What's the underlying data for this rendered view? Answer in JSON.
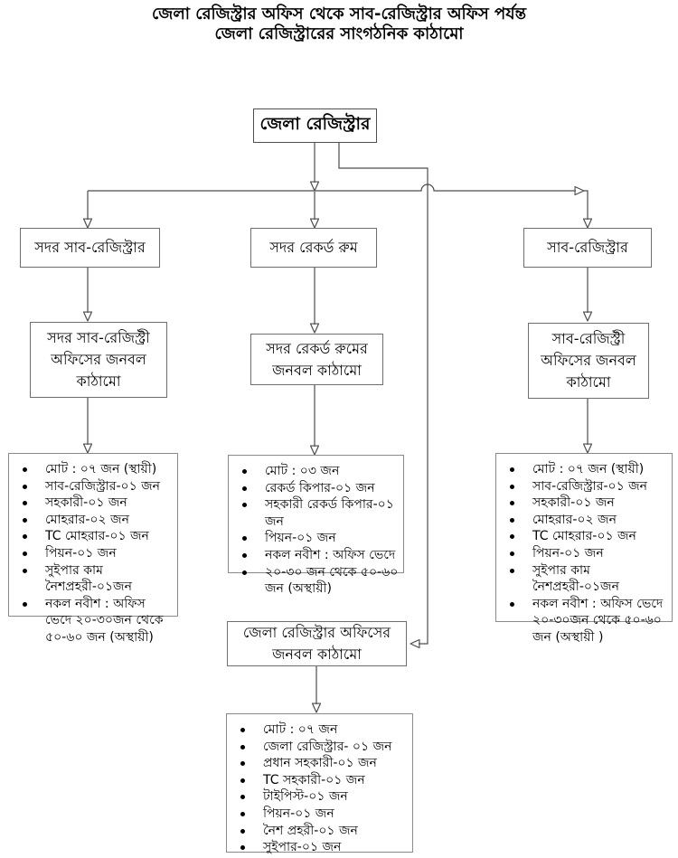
{
  "title": {
    "line1": "জেলা রেজিস্ট্রার অফিস থেকে সাব-রেজিস্ট্রার অফিস পর্যন্ত",
    "line2": "জেলা রেজিস্ট্রারের সাংগঠনিক কাঠামো"
  },
  "nodes": {
    "district_registrar": "জেলা রেজিস্ট্রার",
    "sadar_sub_registrar": "সদর সাব-রেজিস্ট্রার",
    "sadar_record_room": "সদর রেকর্ড রুম",
    "sub_registrar": "সাব-রেজিস্ট্রার",
    "sadar_sub_registry_staff_title": "সদর সাব-রেজিস্ট্রী অফিসের জনবল কাঠামো",
    "sadar_record_room_staff_title": "সদর রেকর্ড রুমের জনবল কাঠামো",
    "sub_registry_staff_title": "সাব-রেজিস্ট্রী অফিসের জনবল কাঠামো",
    "district_registrar_office_staff_title": "জেলা রেজিস্ট্রার অফিসের জনবল কাঠামো"
  },
  "staff_lists": {
    "sadar_sub_registry": [
      "মোট : ০৭ জন (স্থায়ী)",
      "সাব-রেজিস্ট্রার-০১ জন",
      "সহকারী-০১ জন",
      "মোহরার-০২ জন",
      "TC মোহরার-০১ জন",
      "পিয়ন-০১ জন",
      "সুইপার কাম নৈশপ্রহরী-০১জন",
      "নকল নবীশ : অফিস ভেদে ২০-৩০জন থেকে ৫০-৬০ জন (অস্থায়ী)"
    ],
    "sadar_record_room": [
      "মোট : ০৩ জন",
      "রেকর্ড কিপার-০১ জন",
      "সহকারী রেকর্ড কিপার-০১ জন",
      "পিয়ন-০১ জন",
      "নকল নবীশ : অফিস ভেদে",
      "২০-৩০ জন থেকে ৫০-৬০ জন (অস্থায়ী)"
    ],
    "sub_registry": [
      "মোট : ০৭ জন (স্থায়ী)",
      "সাব-রেজিস্ট্রার-০১ জন",
      "সহকারী-০১ জন",
      "মোহরার-০২ জন",
      "TC মোহরার-০১ জন",
      "পিয়ন-০১ জন",
      "সুইপার কাম নৈশপ্রহরী-০১জন",
      "নকল নবীশ : অফিস ভেদে ২০-৩০জন থেকে ৫০-৬০ জন (অস্থায়ী )"
    ],
    "district_registrar_office": [
      "মোট : ০৭ জন",
      "জেলা রেজিস্ট্রার- ০১ জন",
      "প্রধান সহকারী-০১ জন",
      "TC সহকারী-০১ জন",
      "টাইপিস্ট-০১ জন",
      "পিয়ন-০১ জন",
      "নৈশ প্রহরী-০১ জন",
      "সুইপার-০১ জন"
    ]
  },
  "colors": {
    "line": "#4d4d4d",
    "arrow": "#000000",
    "box_border": "#6e6e6e",
    "list_border": "#8a8a8a",
    "background": "#ffffff",
    "text": "#000000"
  }
}
